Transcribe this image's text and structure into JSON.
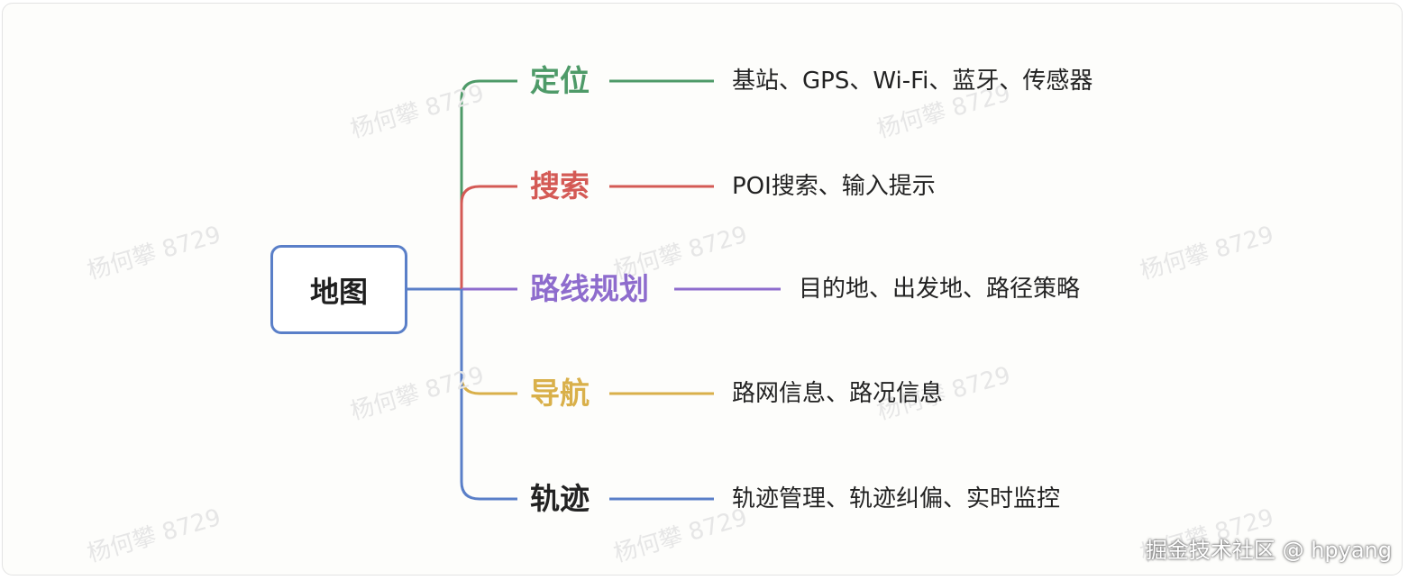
{
  "root": {
    "label": "地图",
    "color": "#5a7fc8"
  },
  "branches": [
    {
      "label": "定位",
      "color": "#4e9a68",
      "leaf": "基站、GPS、Wi-Fi、蓝牙、传感器"
    },
    {
      "label": "搜索",
      "color": "#d45a55",
      "leaf": "POI搜索、输入提示"
    },
    {
      "label": "路线规划",
      "color": "#8e6ccd",
      "leaf": "目的地、出发地、路径策略"
    },
    {
      "label": "导航",
      "color": "#d9b04a",
      "leaf": "路网信息、路况信息"
    },
    {
      "label": "轨迹",
      "color": "#222222",
      "line_color": "#5a7fc8",
      "leaf": "轨迹管理、轨迹纠偏、实时监控"
    }
  ],
  "watermark_text": "杨何攀 8729",
  "credit": "掘金技术社区 @ hpyang"
}
